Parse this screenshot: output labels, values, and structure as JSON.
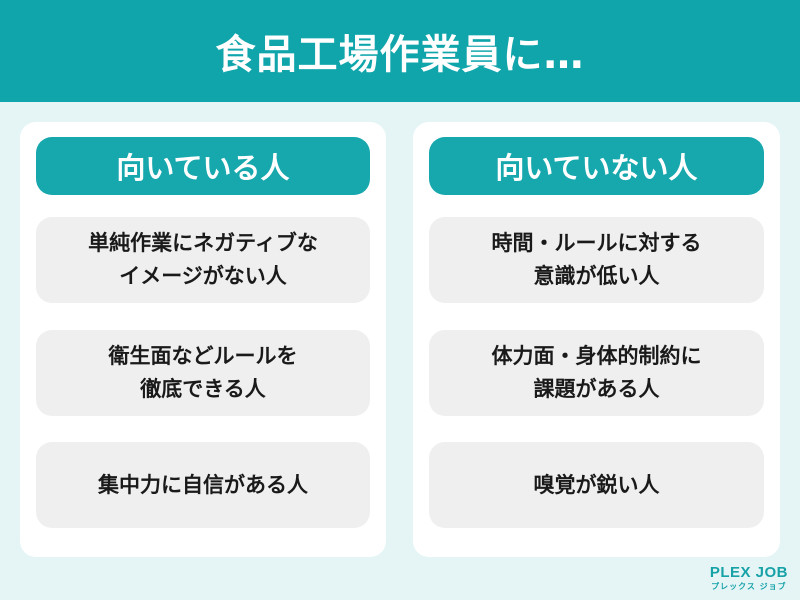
{
  "header": {
    "title": "食品工場作業員に…"
  },
  "columns": [
    {
      "heading": "向いている人",
      "items": [
        "単純作業にネガティブな\nイメージがない人",
        "衛生面などルールを\n徹底できる人",
        "集中力に自信がある人"
      ]
    },
    {
      "heading": "向いていない人",
      "items": [
        "時間・ルールに対する\n意識が低い人",
        "体力面・身体的制約に\n課題がある人",
        "嗅覚が鋭い人"
      ]
    }
  ],
  "logo": {
    "main": "PLEX JOB",
    "sub": "プレックス ジョブ"
  },
  "colors": {
    "header_bg": "#0fa5ab",
    "pill_bg": "#17a8ae",
    "page_bg": "#e5f5f6",
    "item_bg": "#efefef",
    "text": "#1a1a1a",
    "logo": "#17a2a8"
  }
}
